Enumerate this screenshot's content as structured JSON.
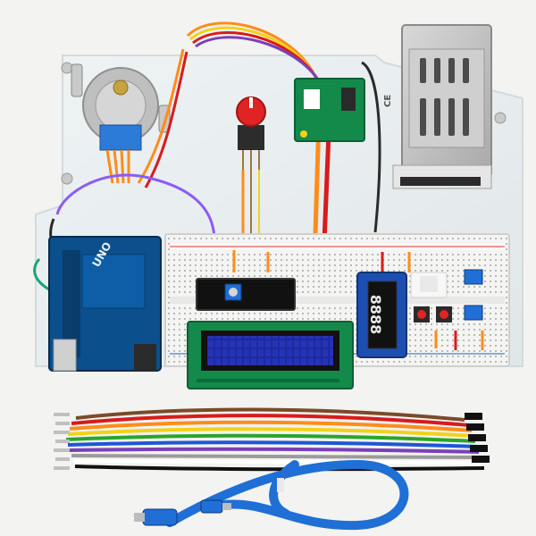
{
  "scene": {
    "background": "#f3f3f1",
    "acrylic_color": "#e9eef0",
    "breadboard_color": "#f4f4f2",
    "arduino_color": "#0b4f8c",
    "pcb_green": "#138a4a",
    "usb_cable_color": "#1f6fd6",
    "lcd_screen_color": "#1d2a9c",
    "seven_segment": {
      "digits": "8888"
    },
    "arduino_logo_text": "UNO",
    "psu_label_text": "CE",
    "potentiometer_knob_color": "#e02424",
    "jumper_colors": [
      "#7a4b2a",
      "#d81b1b",
      "#ff8c1a",
      "#f2d21a",
      "#2aa52a",
      "#1e57d6",
      "#7b3fb8",
      "#9b9b9b",
      "#ffffff",
      "#111111"
    ]
  }
}
